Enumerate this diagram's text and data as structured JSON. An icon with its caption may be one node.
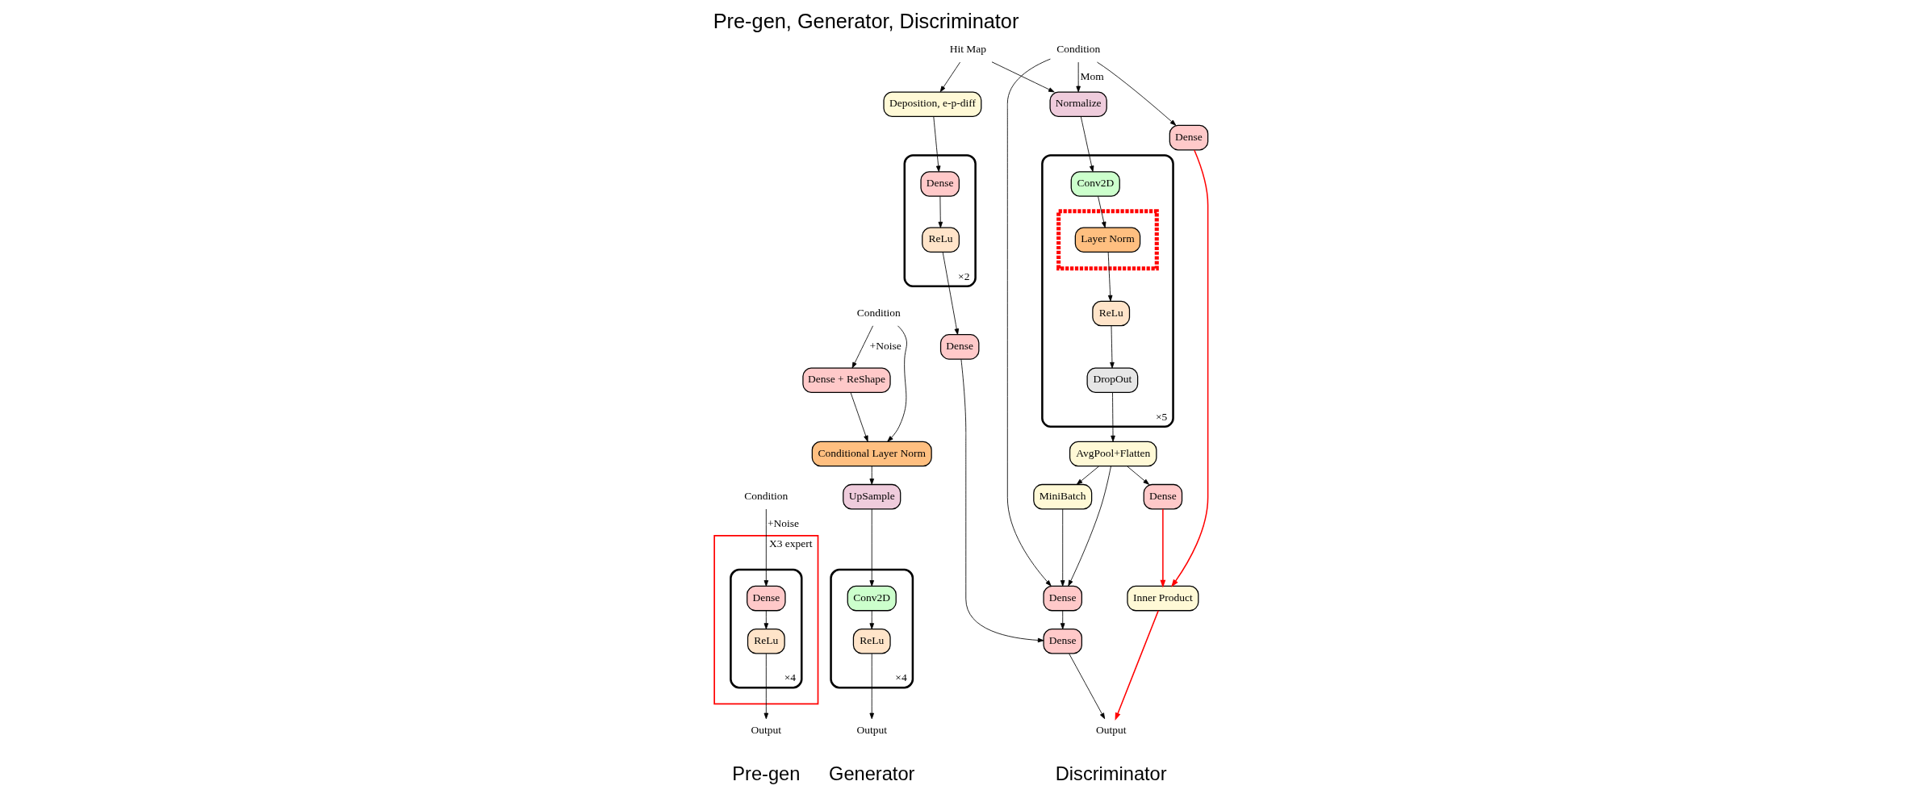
{
  "diagram": {
    "title": "Pre-gen, Generator, Discriminator",
    "nodes": [
      {
        "text": [
          "Condition"
        ]
      },
      {
        "text": [
          "X3 expert"
        ]
      },
      {
        "text": [],
        "shape": "box",
        "in": 1,
        "beside": [
          "×4"
        ]
      },
      {
        "text": [
          "Dense"
        ],
        "in": 2
      },
      {
        "text": [
          "ReLu"
        ],
        "in": 2
      },
      {
        "text": [
          "Output"
        ]
      },
      {
        "text": [
          "Condition"
        ]
      },
      {
        "text": [
          "Dense + ReShape"
        ]
      },
      {
        "text": [
          "Conditional Layer Norm"
        ]
      },
      {
        "text": [
          "UpSample"
        ]
      },
      {
        "text": [],
        "shape": "box",
        "beside": [
          "×4"
        ]
      },
      {
        "text": [
          "Conv2D"
        ],
        "in": 10
      },
      {
        "text": [
          "ReLu"
        ],
        "in": 10
      },
      {
        "text": [
          "Output"
        ]
      },
      {
        "text": [
          "Hit Map"
        ]
      },
      {
        "text": [
          "Condition"
        ]
      },
      {
        "text": [
          "Normalize"
        ]
      },
      {
        "text": [],
        "shape": "box",
        "beside": [
          "×5"
        ]
      },
      {
        "text": [
          "Conv2D"
        ],
        "in": 17
      },
      {
        "text": [],
        "shape": "box",
        "in": 17
      },
      {
        "text": [
          "Layer Norm"
        ],
        "in": 19
      },
      {
        "text": [
          "ReLu"
        ],
        "in": 17
      },
      {
        "text": [
          "DropOut"
        ],
        "in": 17
      },
      {
        "text": [
          "Deposition, e-p-diff"
        ]
      },
      {
        "text": [],
        "shape": "box",
        "beside": [
          "×2"
        ]
      },
      {
        "text": [
          "Dense"
        ],
        "in": 24
      },
      {
        "text": [
          "ReLu"
        ],
        "in": 24
      },
      {
        "text": [
          "Dense"
        ]
      },
      {
        "text": [
          "AvgPool+Flatten"
        ]
      },
      {
        "text": [
          "MiniBatch"
        ]
      },
      {
        "text": [
          "Dense"
        ]
      },
      {
        "text": [
          "Dense"
        ]
      },
      {
        "text": [
          "Dense"
        ]
      },
      {
        "text": [
          "Inner Product"
        ]
      },
      {
        "text": [
          "Dense"
        ]
      },
      {
        "text": [
          "Output"
        ]
      }
    ],
    "edges": [
      {
        "from": 0,
        "to": 3,
        "arrow": "to",
        "label": "+Noise"
      },
      {
        "from": 3,
        "to": 4,
        "arrow": "to"
      },
      {
        "from": 4,
        "to": 5,
        "arrow": "to"
      },
      {
        "from": 6,
        "to": 7,
        "arrow": "to",
        "label": "+Noise"
      },
      {
        "from": 6,
        "to": 8,
        "arrow": "to"
      },
      {
        "from": 7,
        "to": 8,
        "arrow": "to"
      },
      {
        "from": 8,
        "to": 9,
        "arrow": "to"
      },
      {
        "from": 9,
        "to": 11,
        "arrow": "to"
      },
      {
        "from": 11,
        "to": 12,
        "arrow": "to"
      },
      {
        "from": 12,
        "to": 13,
        "arrow": "to"
      },
      {
        "from": 14,
        "to": 16,
        "arrow": "to"
      },
      {
        "from": 15,
        "to": 16,
        "arrow": "to",
        "label": "Mom"
      },
      {
        "from": 14,
        "to": 23,
        "arrow": "to"
      },
      {
        "from": 16,
        "to": 18,
        "arrow": "to"
      },
      {
        "from": 18,
        "to": 20,
        "arrow": "to"
      },
      {
        "from": 20,
        "to": 21,
        "arrow": "to"
      },
      {
        "from": 21,
        "to": 22,
        "arrow": "to"
      },
      {
        "from": 22,
        "to": 28,
        "arrow": "to"
      },
      {
        "from": 23,
        "to": 25,
        "arrow": "to"
      },
      {
        "from": 25,
        "to": 26,
        "arrow": "to"
      },
      {
        "from": 26,
        "to": 27,
        "arrow": "to"
      },
      {
        "from": 28,
        "to": 29,
        "arrow": "to"
      },
      {
        "from": 28,
        "to": 30,
        "arrow": "to"
      },
      {
        "from": 28,
        "to": 32,
        "arrow": "to"
      },
      {
        "from": 15,
        "to": 31,
        "arrow": "to"
      },
      {
        "from": 15,
        "to": 32,
        "arrow": "to"
      },
      {
        "from": 29,
        "to": 32,
        "arrow": "to"
      },
      {
        "from": 27,
        "to": 34,
        "arrow": "to"
      },
      {
        "from": 32,
        "to": 34,
        "arrow": "to"
      },
      {
        "from": 30,
        "to": 33,
        "arrow": "to",
        "color": "#ff0000"
      },
      {
        "from": 31,
        "to": 33,
        "arrow": "to",
        "color": "#ff0000"
      },
      {
        "from": 34,
        "to": 35,
        "arrow": "to"
      },
      {
        "from": 33,
        "to": 35,
        "arrow": "to",
        "color": "#ff0000"
      }
    ],
    "labels": [
      "Pre-gen",
      "Generator",
      "Discriminator"
    ]
  }
}
